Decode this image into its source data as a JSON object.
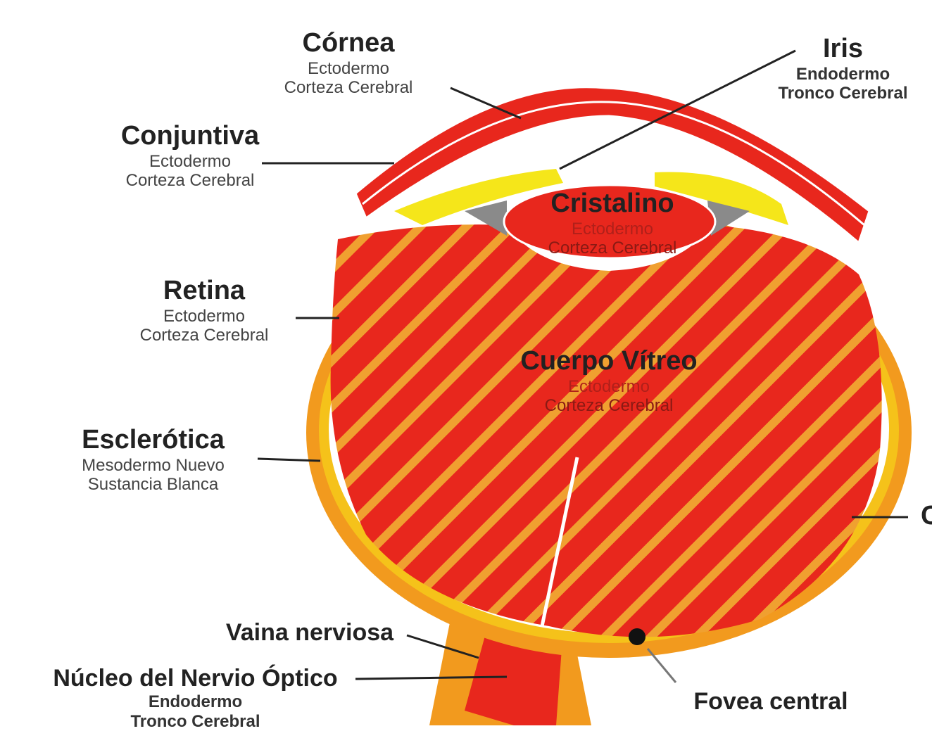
{
  "labels": {
    "cornea": {
      "title": "Córnea",
      "line1": "Ectodermo",
      "line2": "Corteza Cerebral"
    },
    "iris": {
      "title": "Iris",
      "line1": "Endodermo",
      "line2": "Tronco Cerebral"
    },
    "conjuntiva": {
      "title": "Conjuntiva",
      "line1": "Ectodermo",
      "line2": "Corteza Cerebral"
    },
    "cristalino": {
      "title": "Cristalino",
      "line1": "Ectodermo",
      "line2": "Corteza Cerebral"
    },
    "retina": {
      "title": "Retina",
      "line1": "Ectodermo",
      "line2": "Corteza Cerebral"
    },
    "vitreo": {
      "title": "Cuerpo Vítreo",
      "line1": "Ectodermo",
      "line2": "Corteza Cerebral"
    },
    "esclerotica": {
      "title": "Esclerótica",
      "line1": "Mesodermo Nuevo",
      "line2": "Sustancia Blanca"
    },
    "vaina": {
      "title": "Vaina nerviosa"
    },
    "nucleo": {
      "title": "Núcleo del Nervio Óptico",
      "line1": "Endodermo",
      "line2": "Tronco Cerebral"
    },
    "fovea": {
      "title": "Fovea central"
    },
    "coroides_partial": {
      "title": "C"
    }
  },
  "colors": {
    "red": "#e8271d",
    "orange": "#f29a1e",
    "yellow": "#f5e61a",
    "text": "#222222"
  }
}
